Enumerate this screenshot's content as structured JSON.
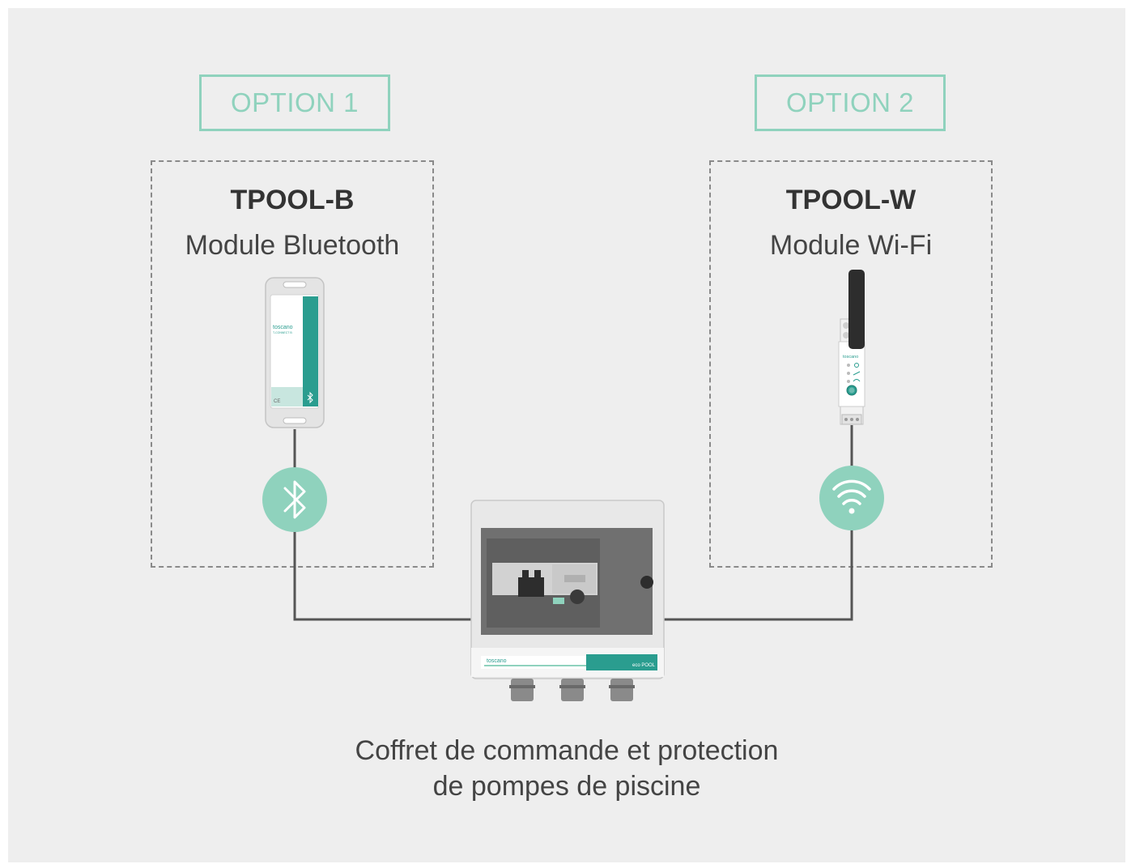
{
  "option1": {
    "label": "OPTION 1",
    "product": "TPOOL-B",
    "description": "Module Bluetooth",
    "device_brand": "toscano",
    "device_model": "T-CONNECT B",
    "device_mark": "CE"
  },
  "option2": {
    "label": "OPTION 2",
    "product": "TPOOL-W",
    "description": "Module Wi-Fi",
    "device_brand": "toscano"
  },
  "panel": {
    "brand": "toscano",
    "model": "eco POOL"
  },
  "caption": {
    "line1": "Coffret de commande et protection",
    "line2": "de pompes de piscine"
  },
  "colors": {
    "accent": "#8fd2bd",
    "teal": "#2a9d8f",
    "background": "#eeeeee",
    "dash": "#8a8a8a",
    "cable": "#555555"
  }
}
